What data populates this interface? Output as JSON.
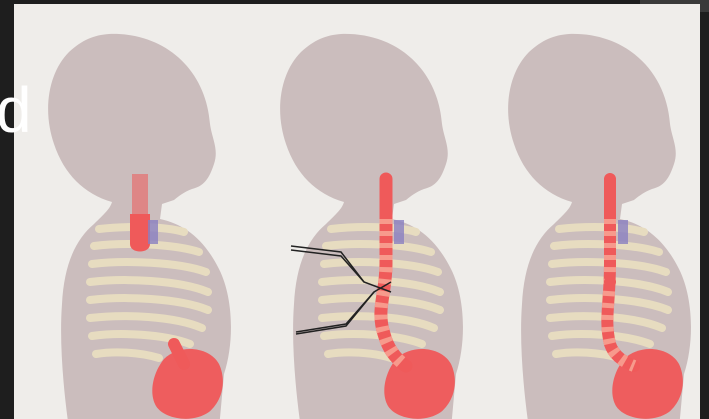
{
  "slide": {
    "stray_letter": "d",
    "panels": [
      {
        "id": "panel-normal",
        "variant": "short-esophagus"
      },
      {
        "id": "panel-with-instrument",
        "variant": "instrument"
      },
      {
        "id": "panel-repaired",
        "variant": "connected"
      }
    ]
  },
  "colors": {
    "background": "#efedea",
    "frame": "#1e1e1e",
    "silhouette": "#cbbdbd",
    "ribs": "#e7dcc0",
    "esophagus": "#ef5a5a",
    "esophagus_stripe": "#f79a8c",
    "trachea_mark": "#8a7fc0",
    "stomach": "#ee5d5e",
    "instrument": "#222222"
  }
}
